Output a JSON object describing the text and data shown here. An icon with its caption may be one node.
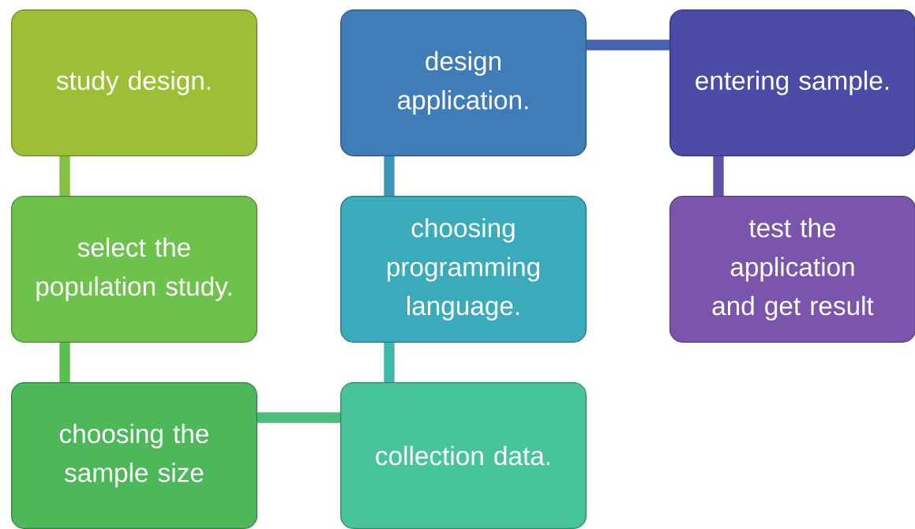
{
  "diagram": {
    "nodes": [
      {
        "text": [
          "study design."
        ]
      },
      {
        "text": [
          "design application."
        ]
      },
      {
        "text": [
          "entering sample."
        ]
      },
      {
        "text": [
          "select the population study."
        ]
      },
      {
        "text": [
          "choosing programming language."
        ]
      },
      {
        "text": [
          "test the application and get result"
        ]
      },
      {
        "text": [
          "choosing the sample size"
        ]
      },
      {
        "text": [
          "collection data."
        ]
      }
    ],
    "edges": [
      {
        "from": 0,
        "to": 3,
        "arrow": "none",
        "color": "#84c042"
      },
      {
        "from": 3,
        "to": 6,
        "arrow": "none",
        "color": "#5cbd52"
      },
      {
        "from": 6,
        "to": 7,
        "arrow": "none",
        "color": "#4abe7a"
      },
      {
        "from": 7,
        "to": 4,
        "arrow": "none",
        "color": "#41b7aa"
      },
      {
        "from": 4,
        "to": 1,
        "arrow": "none",
        "color": "#3d94b9"
      },
      {
        "from": 1,
        "to": 2,
        "arrow": "none",
        "color": "#4565b0"
      },
      {
        "from": 2,
        "to": 5,
        "arrow": "none",
        "color": "#6351a9"
      }
    ]
  }
}
